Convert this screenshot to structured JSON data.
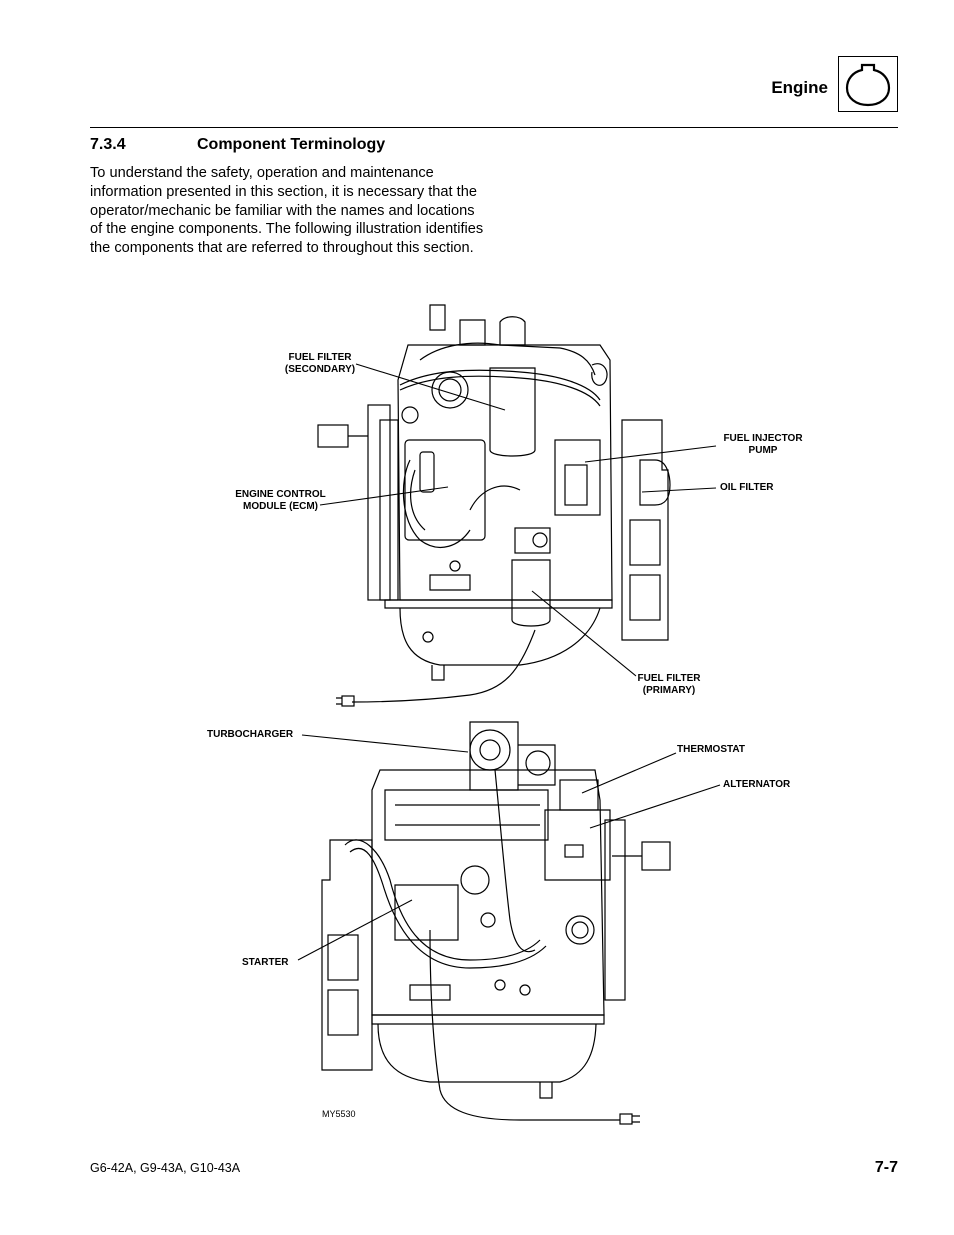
{
  "header": {
    "section_name": "Engine",
    "section_icon": "engine-outline-icon"
  },
  "section": {
    "number": "7.3.4",
    "title": "Component Terminology",
    "intro": "To understand the safety, operation and maintenance information presented in this section, it is necessary that the operator/mechanic be familiar with the names and locations of the engine components. The following illustration identifies the components that are referred to throughout this section."
  },
  "figure": {
    "id": "MY5530",
    "top_view_labels": {
      "fuel_filter_secondary": "FUEL FILTER\n(SECONDARY)",
      "engine_control_module": "ENGINE CONTROL\nMODULE (ECM)",
      "fuel_injector_pump": "FUEL INJECTOR\nPUMP",
      "oil_filter": "OIL FILTER",
      "fuel_filter_primary": "FUEL FILTER\n(PRIMARY)"
    },
    "bottom_view_labels": {
      "turbocharger": "TURBOCHARGER",
      "thermostat": "THERMOSTAT",
      "alternator": "ALTERNATOR",
      "starter": "STARTER"
    }
  },
  "footer": {
    "models": "G6-42A, G9-43A, G10-43A",
    "page": "7-7"
  }
}
